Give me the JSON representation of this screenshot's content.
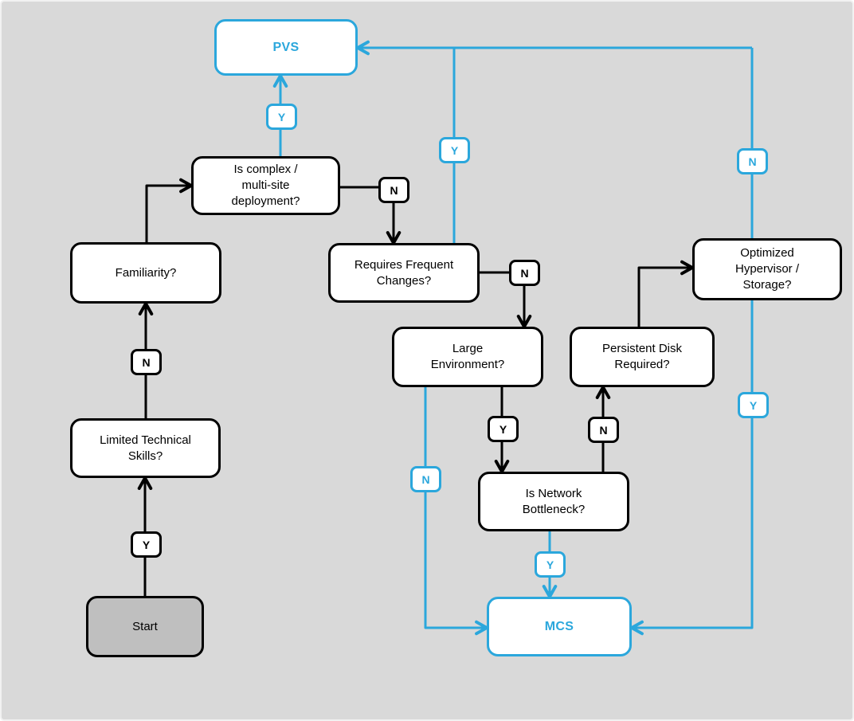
{
  "colors": {
    "accent_blue": "#2BA7DC",
    "line_black": "#000000",
    "node_fill": "#FFFFFF",
    "start_fill": "#BFBFBF",
    "canvas_bg": "#D9D9D9"
  },
  "nodes": {
    "start": {
      "label": "Start"
    },
    "limited_skills": {
      "label": "Limited Technical\nSkills?"
    },
    "familiarity": {
      "label": "Familiarity?"
    },
    "complex_deployment": {
      "label": "Is complex /\nmulti-site\ndeployment?"
    },
    "frequent_changes": {
      "label": "Requires Frequent\nChanges?"
    },
    "large_environment": {
      "label": "Large\nEnvironment?"
    },
    "network_bottleneck": {
      "label": "Is Network\nBottleneck?"
    },
    "persistent_disk": {
      "label": "Persistent Disk\nRequired?"
    },
    "optimized_hypervisor": {
      "label": "Optimized\nHypervisor /\nStorage?"
    },
    "pvs": {
      "label": "PVS"
    },
    "mcs": {
      "label": "MCS"
    }
  },
  "edge_labels": {
    "start_yes": {
      "text": "Y"
    },
    "limited_no": {
      "text": "N"
    },
    "complex_yes": {
      "text": "Y"
    },
    "complex_no": {
      "text": "N"
    },
    "frequent_yes": {
      "text": "Y"
    },
    "frequent_no": {
      "text": "N"
    },
    "large_yes": {
      "text": "Y"
    },
    "large_no": {
      "text": "N"
    },
    "bottleneck_yes": {
      "text": "Y"
    },
    "bottleneck_no": {
      "text": "N"
    },
    "hypervisor_no": {
      "text": "N"
    },
    "hypervisor_yes": {
      "text": "Y"
    }
  },
  "edges": [
    {
      "from": "Start",
      "to": "Limited Technical Skills?",
      "label": "Y",
      "color": "black"
    },
    {
      "from": "Limited Technical Skills?",
      "to": "Familiarity?",
      "label": "N",
      "color": "black"
    },
    {
      "from": "Familiarity?",
      "to": "Is complex / multi-site deployment?",
      "label": "",
      "color": "black"
    },
    {
      "from": "Is complex / multi-site deployment?",
      "to": "PVS",
      "label": "Y",
      "color": "blue"
    },
    {
      "from": "Is complex / multi-site deployment?",
      "to": "Requires Frequent Changes?",
      "label": "N",
      "color": "black"
    },
    {
      "from": "Requires Frequent Changes?",
      "to": "PVS",
      "label": "Y",
      "color": "blue"
    },
    {
      "from": "Requires Frequent Changes?",
      "to": "Large Environment?",
      "label": "N",
      "color": "black"
    },
    {
      "from": "Large Environment?",
      "to": "Is Network Bottleneck?",
      "label": "Y",
      "color": "black"
    },
    {
      "from": "Large Environment?",
      "to": "MCS",
      "label": "N",
      "color": "blue"
    },
    {
      "from": "Is Network Bottleneck?",
      "to": "MCS",
      "label": "Y",
      "color": "blue"
    },
    {
      "from": "Is Network Bottleneck?",
      "to": "Persistent Disk Required?",
      "label": "N",
      "color": "black"
    },
    {
      "from": "Persistent Disk Required?",
      "to": "Optimized Hypervisor / Storage?",
      "label": "",
      "color": "black"
    },
    {
      "from": "Optimized Hypervisor / Storage?",
      "to": "PVS",
      "label": "N",
      "color": "blue"
    },
    {
      "from": "Optimized Hypervisor / Storage?",
      "to": "MCS",
      "label": "Y",
      "color": "blue"
    }
  ]
}
